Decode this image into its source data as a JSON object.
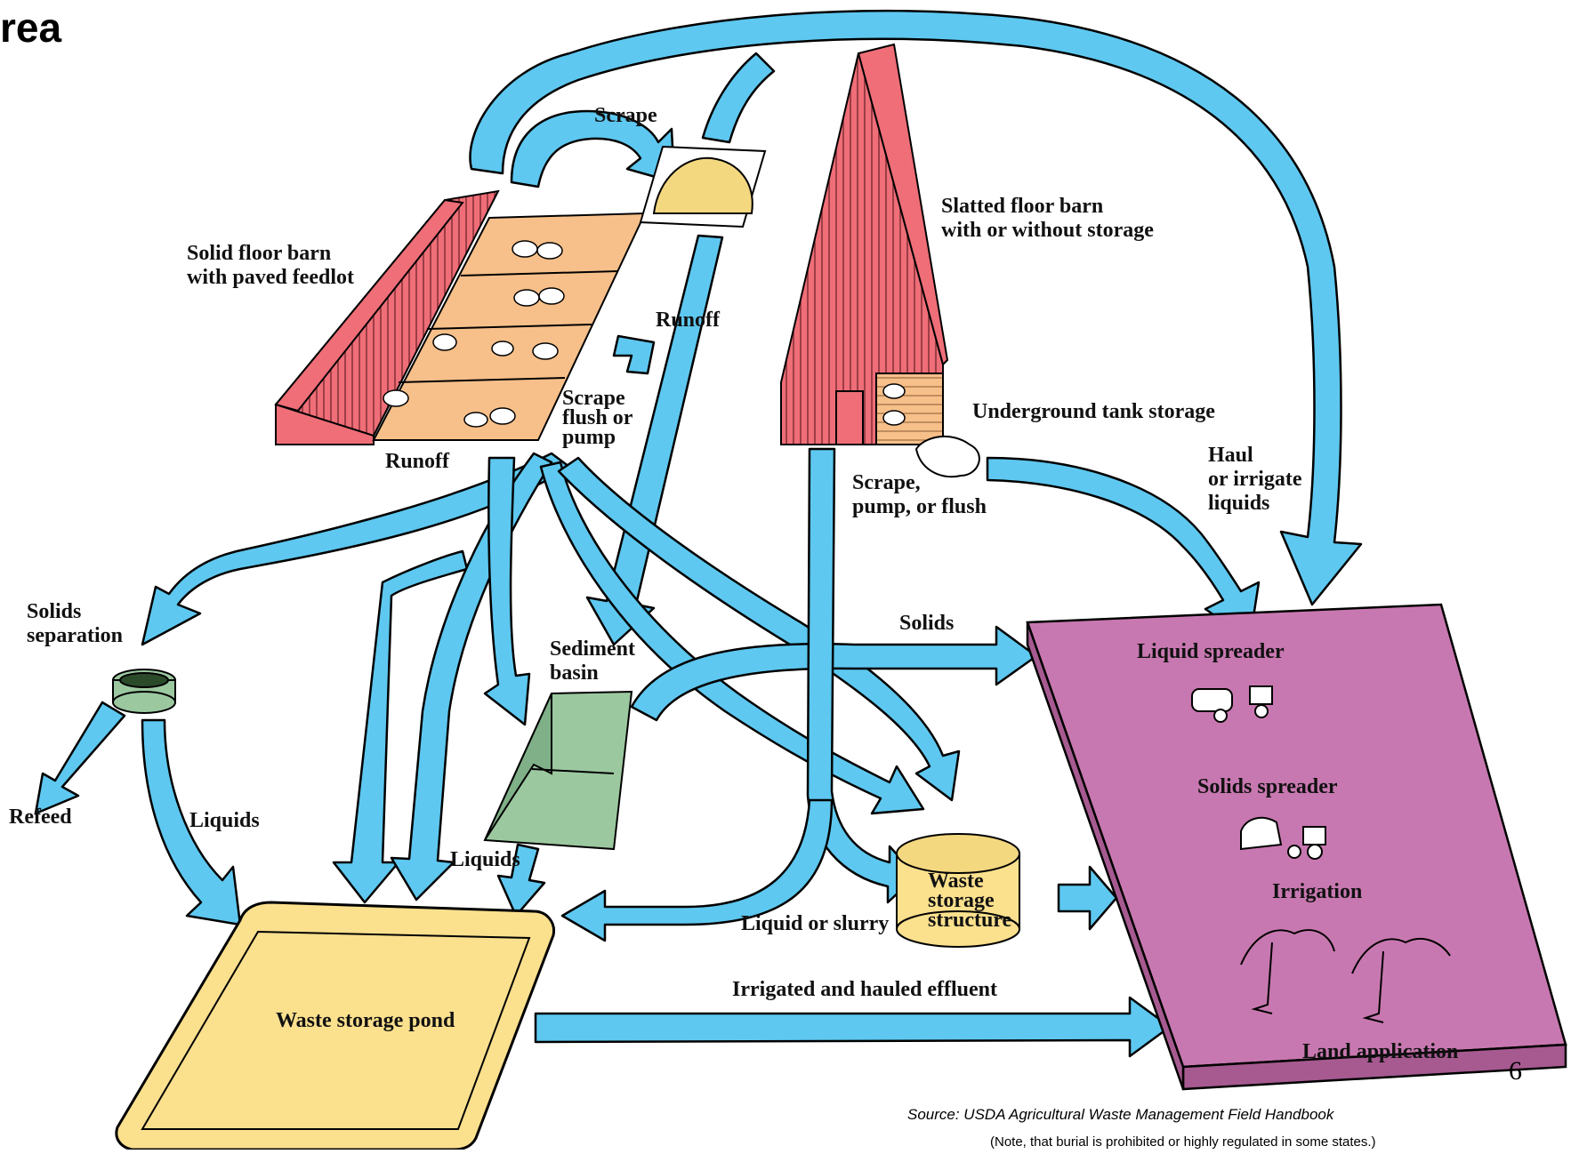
{
  "heading": "rea",
  "labels": {
    "scrape": "Scrape",
    "solid_floor_barn": [
      "Solid floor barn",
      "with paved feedlot"
    ],
    "runoff_top": "Runoff",
    "runoff_bottom": "Runoff",
    "scrape_flush_pump": [
      "Scrape",
      "flush or",
      "pump"
    ],
    "slatted_floor_barn": [
      "Slatted floor barn",
      "with or without storage"
    ],
    "underground_tank": "Underground tank storage",
    "scrape_pump_flush": [
      "Scrape,",
      "pump, or flush"
    ],
    "haul_irrigate": [
      "Haul",
      "or irrigate",
      "liquids"
    ],
    "solids_separation": [
      "Solids",
      "separation"
    ],
    "solids": "Solids",
    "sediment_basin": [
      "Sediment",
      "basin"
    ],
    "refeed": "Refeed",
    "liquids_left": "Liquids",
    "liquids_mid": "Liquids",
    "waste_storage_structure": [
      "Waste",
      "storage",
      "structure"
    ],
    "liquid_or_slurry": "Liquid or slurry",
    "irrigated_hauled": "Irrigated and hauled effluent",
    "waste_storage_pond": "Waste storage pond",
    "liquid_spreader": "Liquid spreader",
    "solids_spreader": "Solids spreader",
    "irrigation": "Irrigation",
    "land_application": "Land application"
  },
  "page_number": "6",
  "source": "Source: USDA Agricultural Waste Management Field Handbook",
  "note": "(Note, that burial is prohibited or highly regulated in some states.)",
  "colors": {
    "arrow": "#5ec8f0",
    "barn_red": "#ef6e78",
    "feedlot_orange": "#f7c08a",
    "pond_yellow": "#fbe08e",
    "land_magenta": "#c878b0",
    "basin_green": "#9cc8a0",
    "manure_pile": "#f4d880"
  }
}
